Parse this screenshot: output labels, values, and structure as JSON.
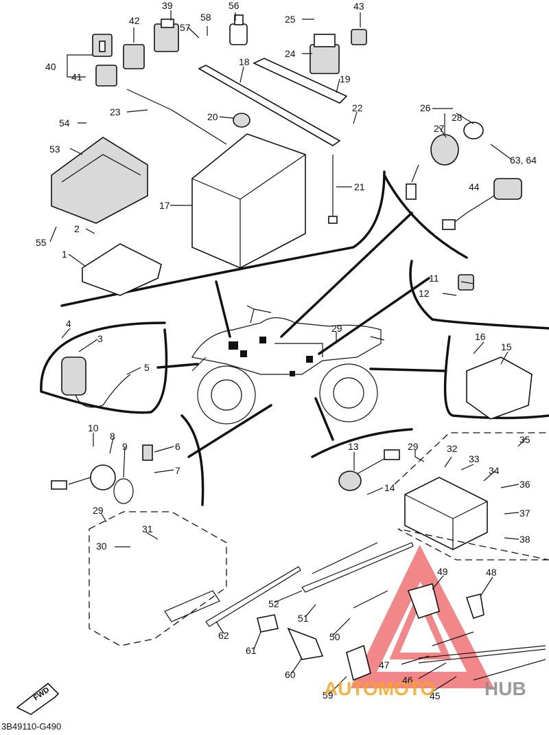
{
  "diagram_code": "3B49110-G490",
  "fwd_label": "FWD",
  "watermark": {
    "part1": "AUTOMOTO",
    "part2": "HUB"
  },
  "callouts": {
    "c1": "1",
    "c2": "2",
    "c3": "3",
    "c4": "4",
    "c5": "5",
    "c6": "6",
    "c7": "7",
    "c8": "8",
    "c9": "9",
    "c10": "10",
    "c11": "11",
    "c12": "12",
    "c13": "13",
    "c14": "14",
    "c15": "15",
    "c16": "16",
    "c17": "17",
    "c18": "18",
    "c19": "19",
    "c20": "20",
    "c21": "21",
    "c22": "22",
    "c23": "23",
    "c24": "24",
    "c25": "25",
    "c26": "26",
    "c27": "27",
    "c28": "28",
    "c29a": "29",
    "c29b": "29",
    "c29c": "29",
    "c30": "30",
    "c31": "31",
    "c32": "32",
    "c33": "33",
    "c34": "34",
    "c35": "35",
    "c36": "36",
    "c37": "37",
    "c38": "38",
    "c39": "39",
    "c40": "40",
    "c41": "41",
    "c42": "42",
    "c43": "43",
    "c44": "44",
    "c45": "45",
    "c46": "46",
    "c47": "47",
    "c48": "48",
    "c49": "49",
    "c50": "50",
    "c51": "51",
    "c52": "52",
    "c53": "53",
    "c54": "54",
    "c55": "55",
    "c56": "56",
    "c57": "57",
    "c58": "58",
    "c59": "59",
    "c60": "60",
    "c61": "61",
    "c62": "62",
    "c6364": "63, 64"
  },
  "colors": {
    "line": "#111111",
    "watermark_red": "#e8262a",
    "watermark_orange": "#f5a623",
    "watermark_gray": "#8a8a8a"
  }
}
